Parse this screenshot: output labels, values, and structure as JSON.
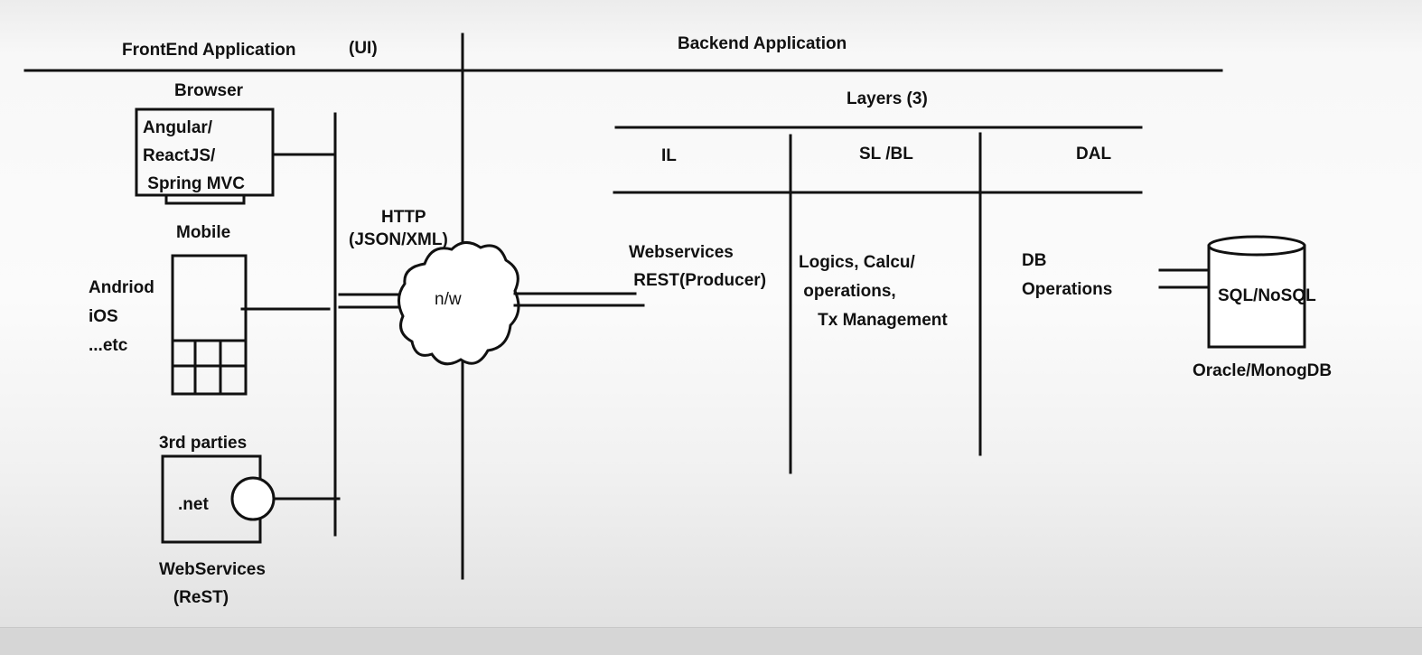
{
  "frontend": {
    "title": "FrontEnd Application",
    "ui_tag": "(UI)",
    "browser": {
      "label": "Browser",
      "text": "Angular/\nReactJS/\n Spring MVC"
    },
    "mobile": {
      "label": "Mobile",
      "platforms": "Andriod\niOS\n...etc"
    },
    "third_party": {
      "label": "3rd parties",
      "box_text": ".net",
      "caption": "WebServices\n   (ReST)"
    }
  },
  "network": {
    "protocol": "HTTP",
    "format": "(JSON/XML)",
    "cloud_label": "n/w"
  },
  "backend": {
    "title": "Backend Application",
    "layers_title": "Layers (3)",
    "layers": [
      {
        "name": "IL",
        "description": "Webservices\n REST(Producer)"
      },
      {
        "name": "SL /BL",
        "description": "Logics, Calcu/\n operations,\n    Tx Management"
      },
      {
        "name": "DAL",
        "description": "DB\nOperations"
      }
    ]
  },
  "database": {
    "label": "SQL/NoSQL",
    "caption": "Oracle/MonogDB"
  }
}
